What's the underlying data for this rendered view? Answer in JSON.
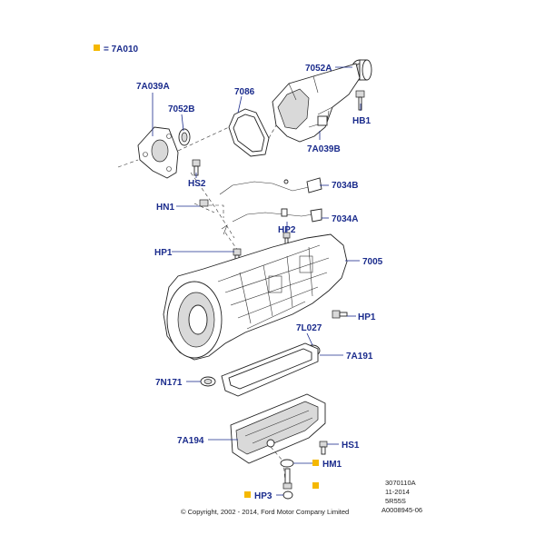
{
  "legend": {
    "text": "= 7A010",
    "marker_color": "#f5b800"
  },
  "label_color": "#1a2b8c",
  "callouts": {
    "c7052a": "7052A",
    "c7a039a": "7A039A",
    "c7086": "7086",
    "c7052b": "7052B",
    "hb1": "HB1",
    "c7a039b": "7A039B",
    "hs2": "HS2",
    "c7034b": "7034B",
    "hn1": "HN1",
    "c7034a": "7034A",
    "hp2": "HP2",
    "hp1a": "HP1",
    "c7005": "7005",
    "hp1b": "HP1",
    "c7l027": "7L027",
    "c7a191": "7A191",
    "c7n171": "7N171",
    "c7a194": "7A194",
    "hs1": "HS1",
    "hm1": "HM1",
    "hp3": "HP3"
  },
  "info_block": [
    "3070110A",
    "11-2014",
    "5R55S",
    "A0008945-06"
  ],
  "copyright": "© Copyright, 2002 - 2014, Ford Motor Company Limited"
}
